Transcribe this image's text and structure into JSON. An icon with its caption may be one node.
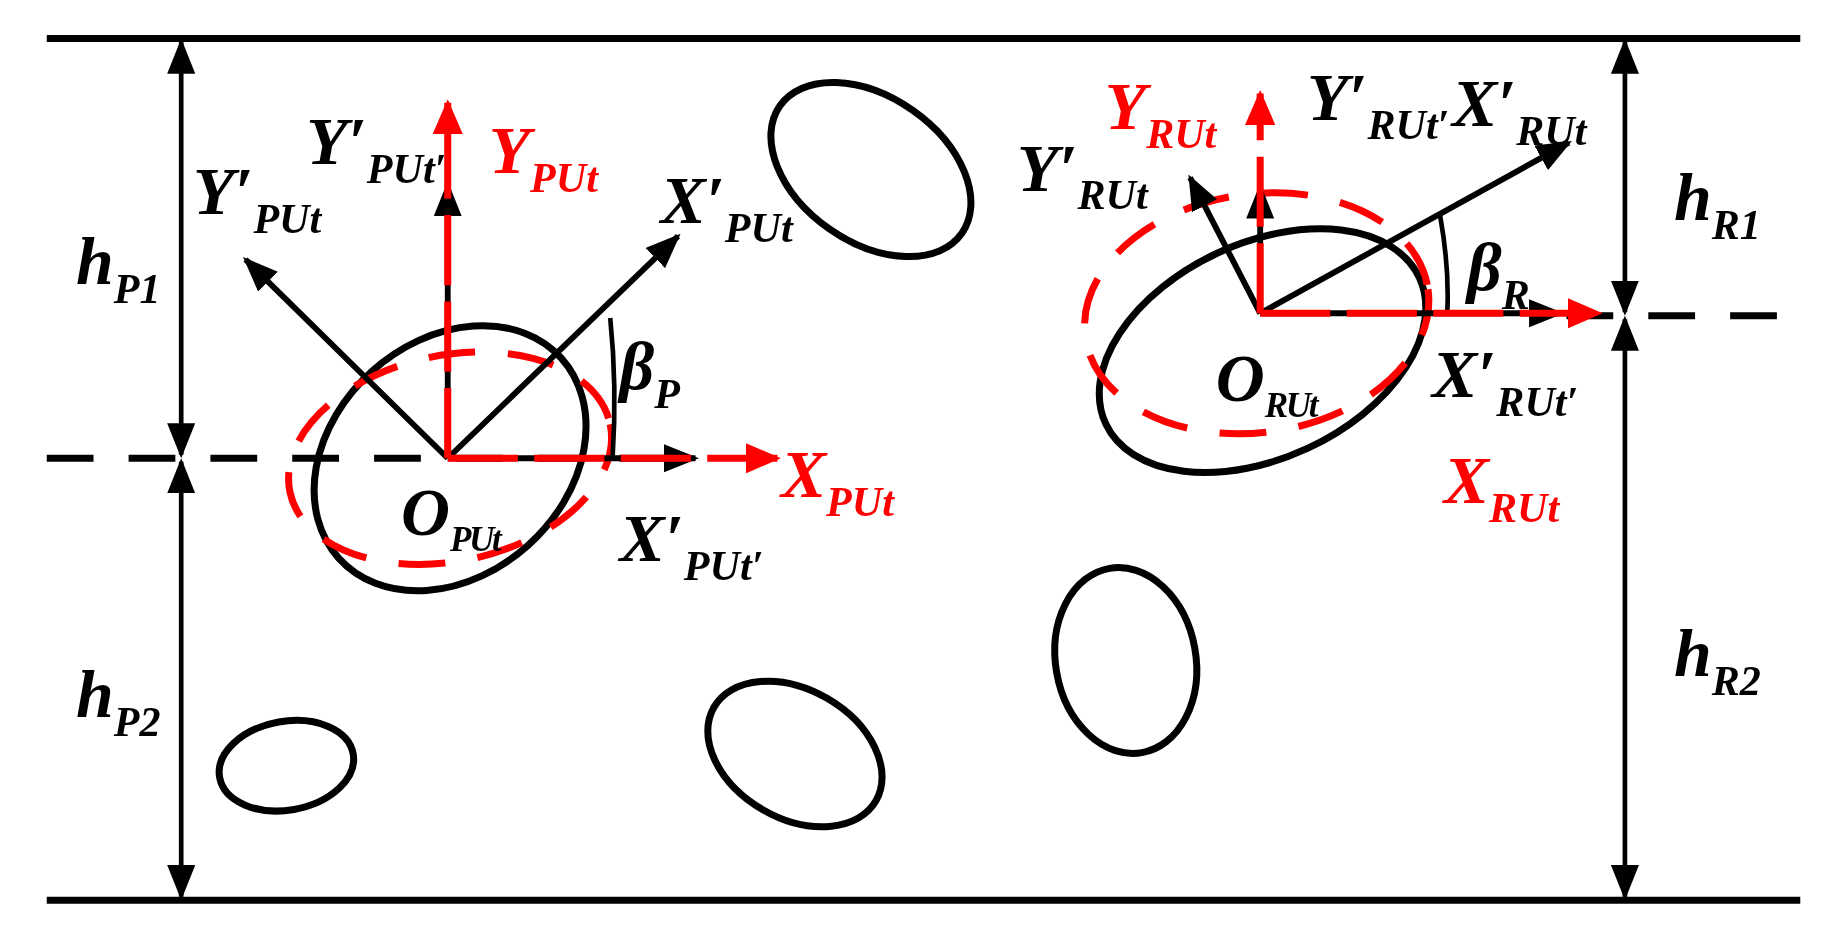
{
  "diagram": {
    "labels": [
      "Y′$_{PUt′}$",
      "Y$_{PUt}$",
      "Y$_{RUt}$",
      "Y′$_{RUt′}$",
      "X′$_{RUt}$",
      "Y′$_{PUt}$",
      "X′$_{PUt}$",
      "Y′$_{RUt}$",
      "h$_{R1}$",
      "h$_{P1}$",
      "β$_{R}$",
      "β$_{P}$",
      "O$_{RUt}$",
      "X′$_{RUt′}$",
      "O$_{PUt}$",
      "X$_{PUt}$",
      "X$_{RUt}$",
      "X′$_{PUt′}$",
      "h$_{P2}$",
      "h$_{R2}$"
    ]
  }
}
